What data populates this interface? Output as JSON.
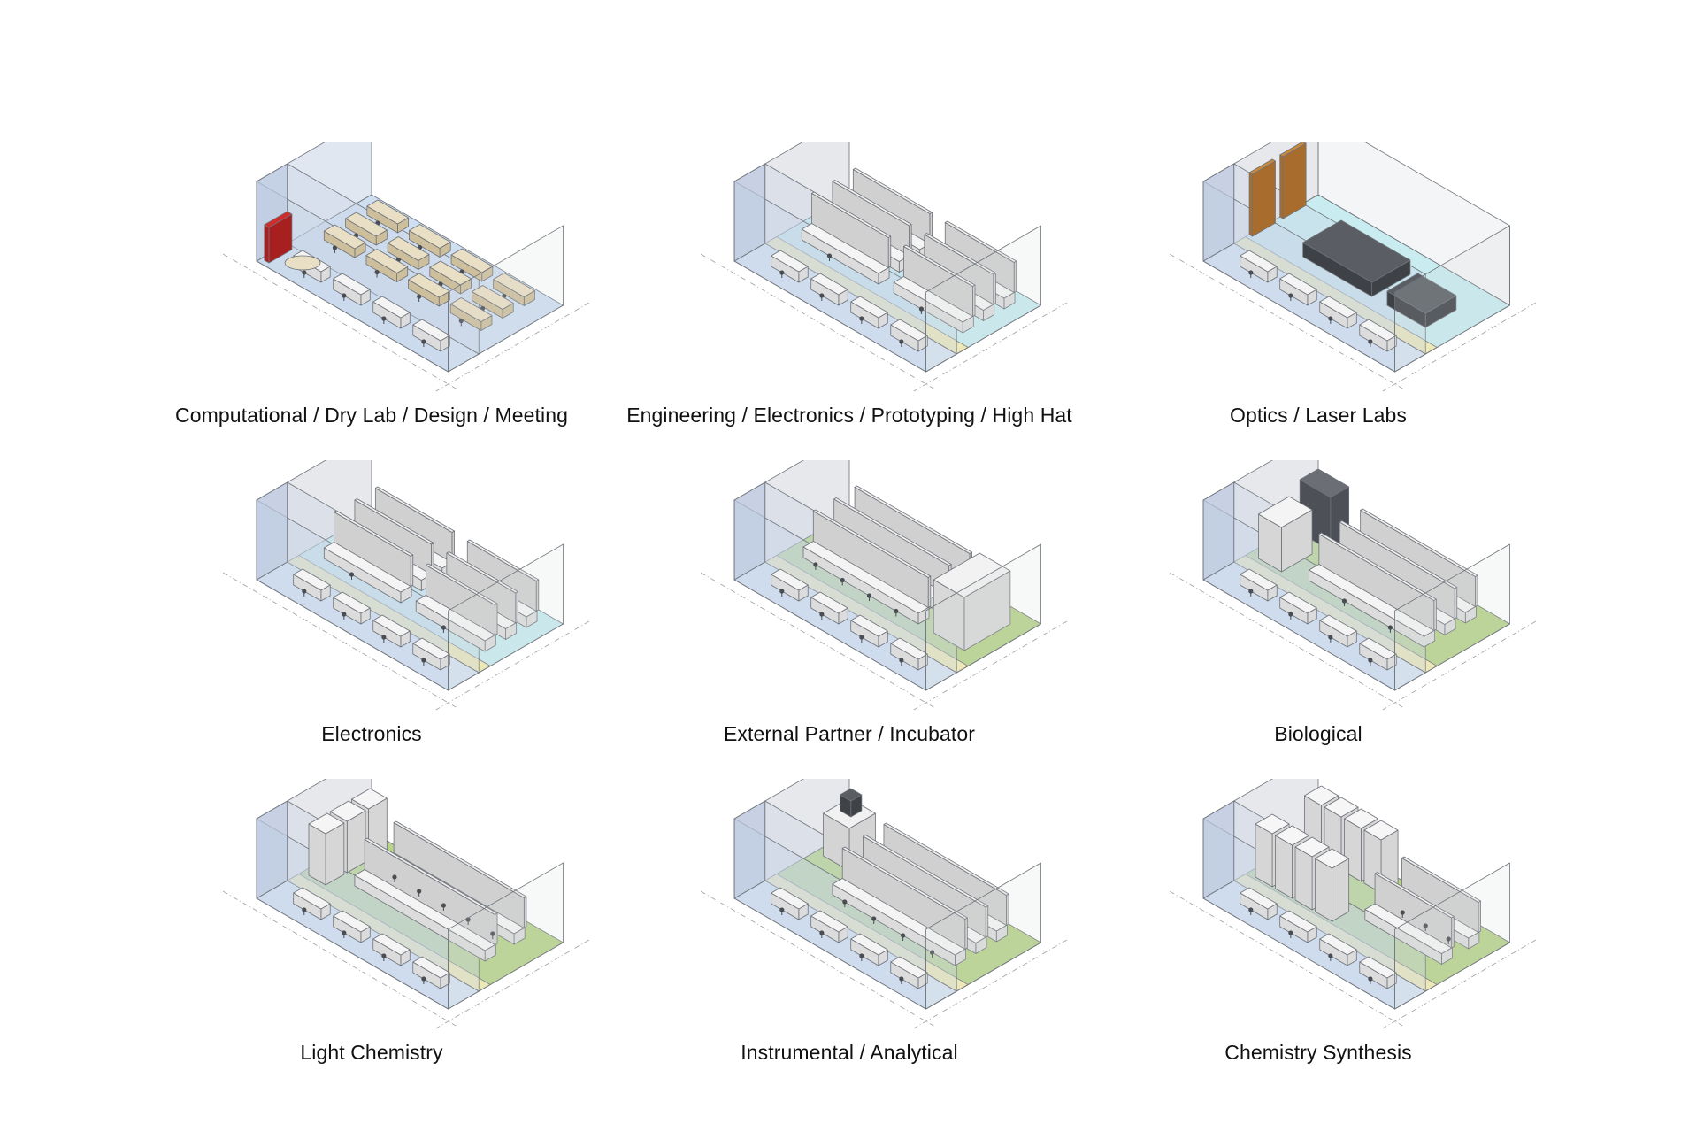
{
  "labs": [
    {
      "label": "Computational / Dry Lab / Design / Meeting",
      "variant": "dry"
    },
    {
      "label": "Engineering / Electronics / Prototyping / High Hat",
      "variant": "eng"
    },
    {
      "label": "Optics / Laser Labs",
      "variant": "optics"
    },
    {
      "label": "Electronics",
      "variant": "eng"
    },
    {
      "label": "External Partner / Incubator",
      "variant": "incubator"
    },
    {
      "label": "Biological",
      "variant": "bio"
    },
    {
      "label": "Light Chemistry",
      "variant": "chem"
    },
    {
      "label": "Instrumental / Analytical",
      "variant": "instr"
    },
    {
      "label": "Chemistry Synthesis",
      "variant": "synth"
    }
  ],
  "colors": {
    "floor_blue": "#cfdff2",
    "floor_cyan": "#c8ecef",
    "floor_green": "#b8d48c",
    "zone_yellow": "#f3ecb0",
    "wall_glass": "#c8d4e6",
    "wall_grey": "#d4d6da",
    "line": "#6e7279",
    "bench": "#f4f4f4",
    "dark": "#4a4d52",
    "wood": "#c9883b"
  }
}
